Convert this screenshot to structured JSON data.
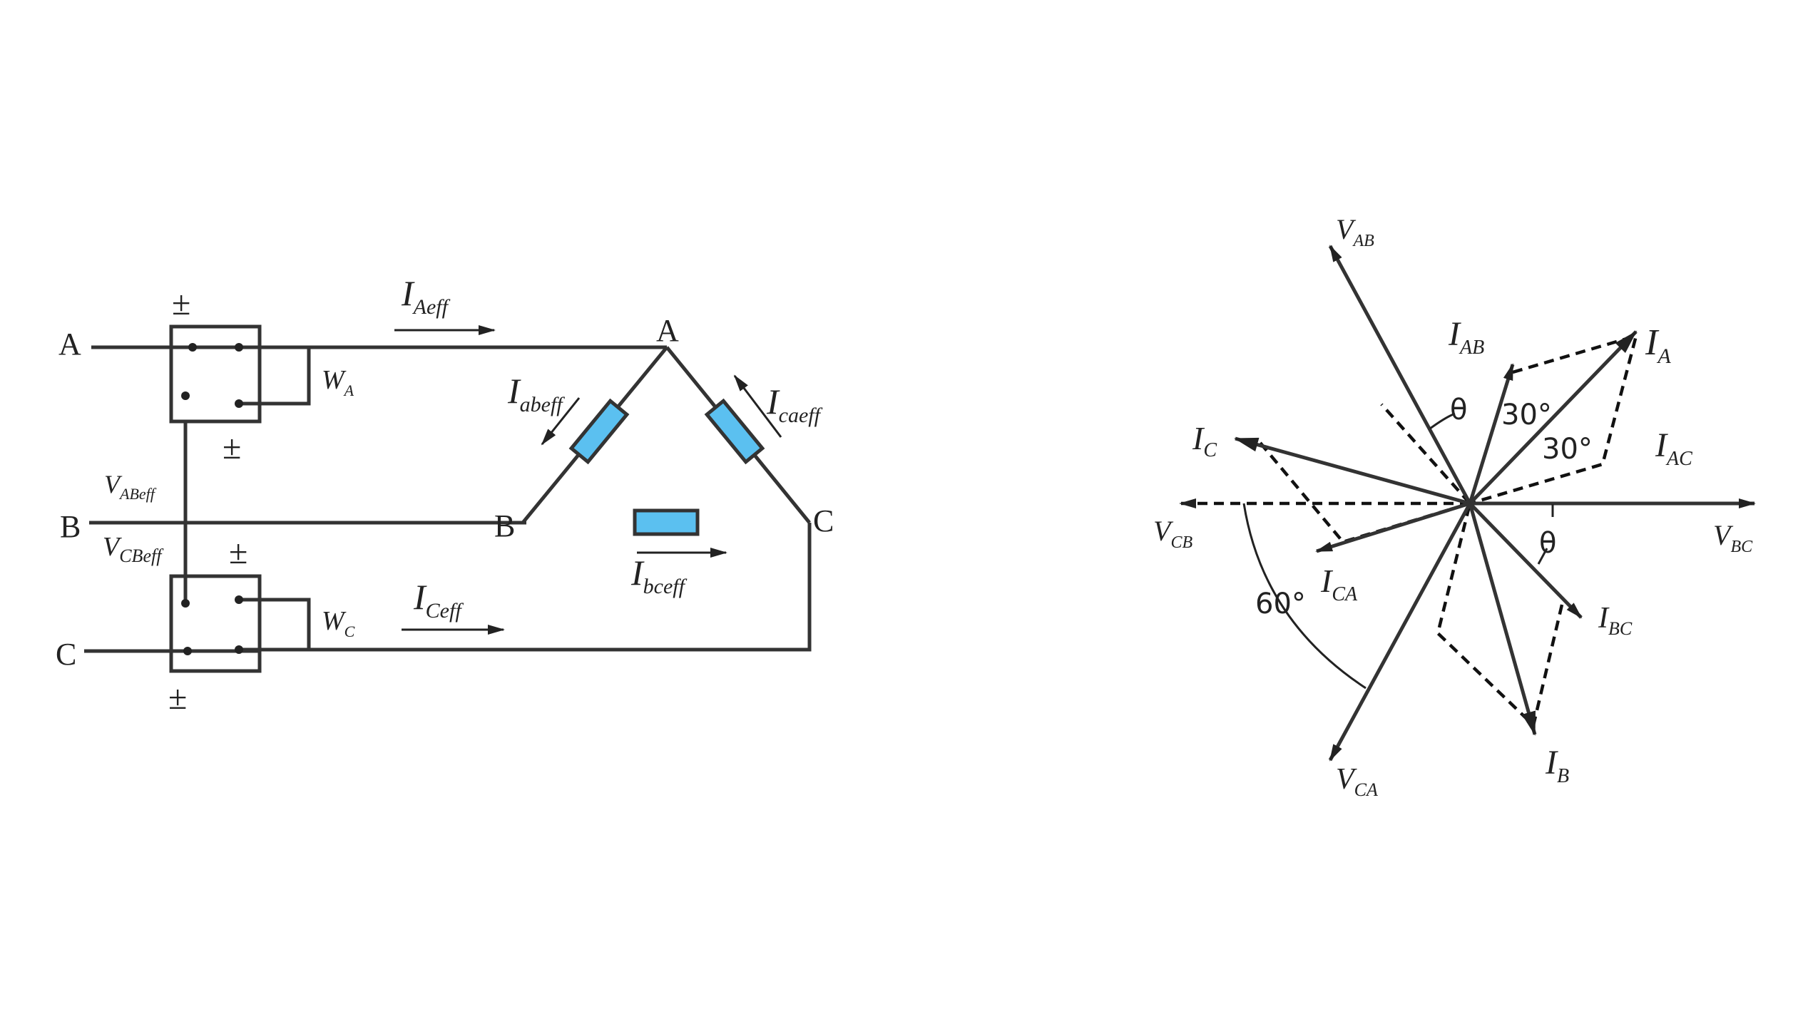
{
  "colors": {
    "line": "#333333",
    "resistor_fill": "#5bc0f0",
    "background": "#ffffff"
  },
  "circuit": {
    "terminals": {
      "a": "A",
      "b": "B",
      "c": "C"
    },
    "node_labels": {
      "a": "A",
      "b": "B",
      "c": "C"
    },
    "pm_symbol": "±",
    "wattmeters": {
      "wa": {
        "main": "W",
        "sub": "A"
      },
      "wc": {
        "main": "W",
        "sub": "C"
      }
    },
    "voltages": {
      "vab": {
        "main": "V",
        "sub": "ABeff"
      },
      "vcb": {
        "main": "V",
        "sub": "CBeff"
      }
    },
    "currents": {
      "ia": {
        "main": "I",
        "sub": "Aeff"
      },
      "ic": {
        "main": "I",
        "sub": "Ceff"
      },
      "iab": {
        "main": "I",
        "sub": "abeff"
      },
      "ica": {
        "main": "I",
        "sub": "caeff"
      },
      "ibc": {
        "main": "I",
        "sub": "bceff"
      }
    }
  },
  "phasor": {
    "voltages": {
      "vab": {
        "main": "V",
        "sub": "AB"
      },
      "vbc": {
        "main": "V",
        "sub": "BC"
      },
      "vcb": {
        "main": "V",
        "sub": "CB"
      },
      "vca": {
        "main": "V",
        "sub": "CA"
      }
    },
    "currents": {
      "ia": {
        "main": "I",
        "sub": "A"
      },
      "ib": {
        "main": "I",
        "sub": "B"
      },
      "ic": {
        "main": "I",
        "sub": "C"
      },
      "iab": {
        "main": "I",
        "sub": "AB"
      },
      "iac": {
        "main": "I",
        "sub": "AC"
      },
      "ica": {
        "main": "I",
        "sub": "CA"
      },
      "ibc": {
        "main": "I",
        "sub": "BC"
      }
    },
    "angles": {
      "theta_top": "θ",
      "theta_right": "θ",
      "a30_top": "30°",
      "a30_mid": "30°",
      "a60": "60°"
    }
  }
}
